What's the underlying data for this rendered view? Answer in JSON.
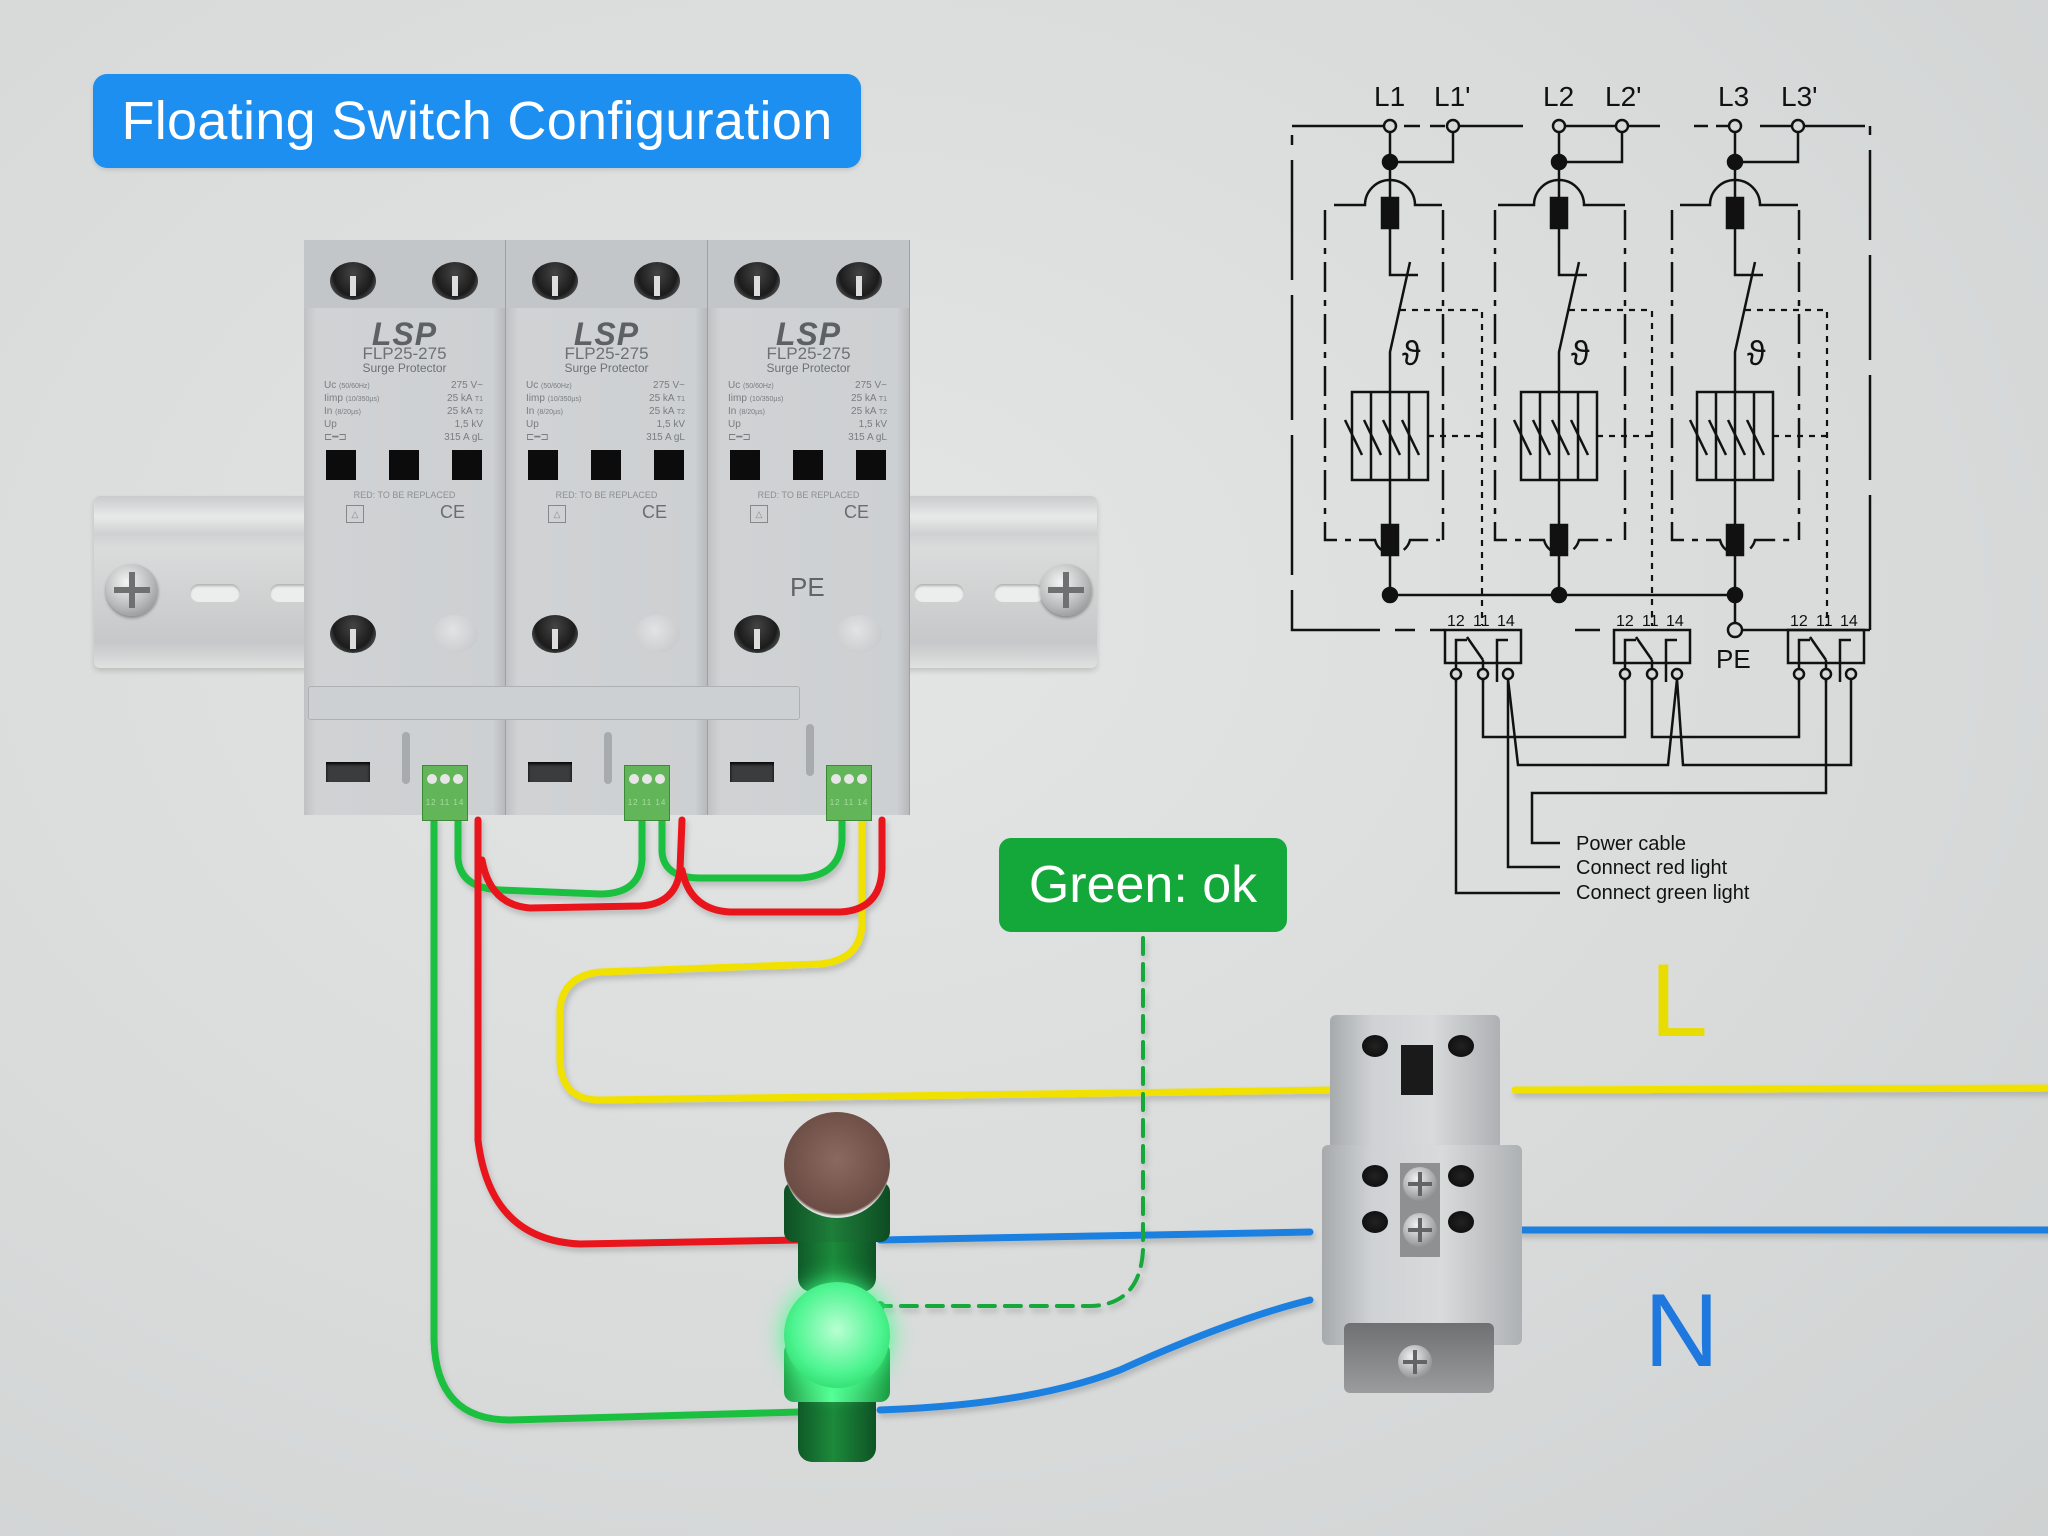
{
  "title": "Floating Switch Configuration",
  "callout": {
    "text": "Green: ok",
    "color": "#14a83a"
  },
  "colors": {
    "title_banner": "#1d8ff0",
    "wire_green": "#1fc040",
    "wire_red": "#e8141a",
    "wire_yellow": "#f0e000",
    "wire_blue": "#1e7fe0",
    "label_L": "#e8dc00",
    "label_N": "#1f78de",
    "lamp_red_off": "#7a5a52",
    "lamp_green_on": "#3fff8a"
  },
  "line_labels": {
    "live": "L",
    "neutral": "N"
  },
  "spd": {
    "modules": [
      {
        "brand": "LSP",
        "model": "FLP25-275",
        "subtitle": "Surge Protector",
        "specs": [
          {
            "name": "Uc",
            "cond": "(50/60Hz)",
            "value": "275 V~"
          },
          {
            "name": "Iimp",
            "cond": "(10/350µs)",
            "value": "25 kA",
            "badge": "T1"
          },
          {
            "name": "In",
            "cond": "(8/20µs)",
            "value": "25 kA",
            "badge": "T2"
          },
          {
            "name": "Up",
            "cond": "",
            "value": "1,5 kV"
          },
          {
            "name": "fuse",
            "cond": "",
            "value": "315 A gL"
          }
        ],
        "note": "RED: TO BE REPLACED",
        "mark": "CE",
        "bottom_label": ""
      },
      {
        "brand": "LSP",
        "model": "FLP25-275",
        "subtitle": "Surge Protector",
        "specs": [
          {
            "name": "Uc",
            "cond": "(50/60Hz)",
            "value": "275 V~"
          },
          {
            "name": "Iimp",
            "cond": "(10/350µs)",
            "value": "25 kA",
            "badge": "T1"
          },
          {
            "name": "In",
            "cond": "(8/20µs)",
            "value": "25 kA",
            "badge": "T2"
          },
          {
            "name": "Up",
            "cond": "",
            "value": "1,5 kV"
          },
          {
            "name": "fuse",
            "cond": "",
            "value": "315 A gL"
          }
        ],
        "note": "RED: TO BE REPLACED",
        "mark": "CE",
        "bottom_label": ""
      },
      {
        "brand": "LSP",
        "model": "FLP25-275",
        "subtitle": "Surge Protector",
        "specs": [
          {
            "name": "Uc",
            "cond": "(50/60Hz)",
            "value": "275 V~"
          },
          {
            "name": "Iimp",
            "cond": "(10/350µs)",
            "value": "25 kA",
            "badge": "T1"
          },
          {
            "name": "In",
            "cond": "(8/20µs)",
            "value": "25 kA",
            "badge": "T2"
          },
          {
            "name": "Up",
            "cond": "",
            "value": "1,5 kV"
          },
          {
            "name": "fuse",
            "cond": "",
            "value": "315 A gL"
          }
        ],
        "note": "RED: TO BE REPLACED",
        "mark": "CE",
        "bottom_label": "PE"
      }
    ],
    "remote_terminal_numbers": "12 11 14"
  },
  "schematic": {
    "phase_terminals": [
      "L1",
      "L1'",
      "L2",
      "L2'",
      "L3",
      "L3'"
    ],
    "theta_symbol": "ϑ",
    "contact_numbers": [
      "12",
      "11",
      "14"
    ],
    "pe_label": "PE",
    "legend": [
      "Power cable",
      "Connect red light",
      "Connect green light"
    ]
  },
  "lamps": [
    {
      "color": "red",
      "state": "off"
    },
    {
      "color": "green",
      "state": "on"
    }
  ]
}
